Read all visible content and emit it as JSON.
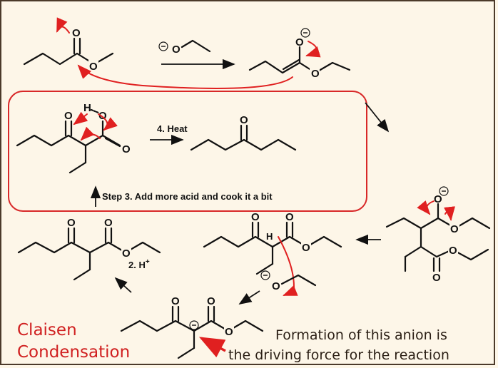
{
  "labels": {
    "step4": "4. Heat",
    "step3": "Step 3. Add more acid and cook it a bit",
    "step2_main": "2. H",
    "step2_sup": "+"
  },
  "title": {
    "line1": "Claisen",
    "line2": "Condensation"
  },
  "note": {
    "line1": "Formation of this anion is",
    "line2": "the driving force for the reaction"
  },
  "atoms": {
    "O": "O",
    "H": "H"
  },
  "colors": {
    "arrow_red": "#e02020",
    "title_red": "#d02020",
    "box_red": "#d82828",
    "background": "#fdf6e8"
  }
}
